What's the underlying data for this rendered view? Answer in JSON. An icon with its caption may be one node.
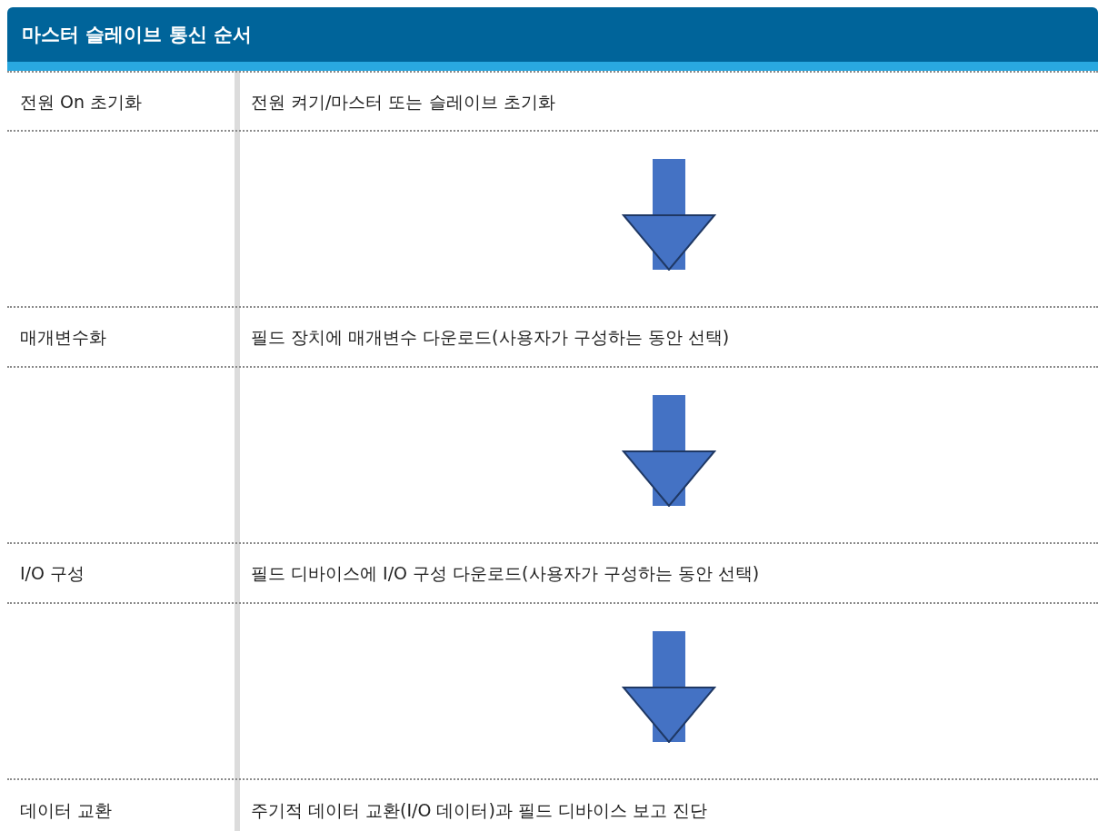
{
  "diagram": {
    "title": "마스터 슬레이브 통신 순서",
    "nodes": [
      {
        "text": [
          "전원 On 초기화",
          "전원 켜기/마스터 또는 슬레이브 초기화"
        ]
      },
      {
        "text": [
          "매개변수화",
          "필드 장치에 매개변수 다운로드(사용자가 구성하는 동안 선택)"
        ]
      },
      {
        "text": [
          "I/O 구성",
          "필드 디바이스에 I/O 구성 다운로드(사용자가 구성하는 동안 선택)"
        ]
      },
      {
        "text": [
          "데이터 교환",
          "주기적 데이터 교환(I/O 데이터)과 필드 디바이스 보고 진단"
        ]
      }
    ],
    "edges": [
      {
        "from": 0,
        "to": 1,
        "arrow": "to"
      },
      {
        "from": 1,
        "to": 2,
        "arrow": "to"
      },
      {
        "from": 2,
        "to": 3,
        "arrow": "to"
      }
    ]
  }
}
